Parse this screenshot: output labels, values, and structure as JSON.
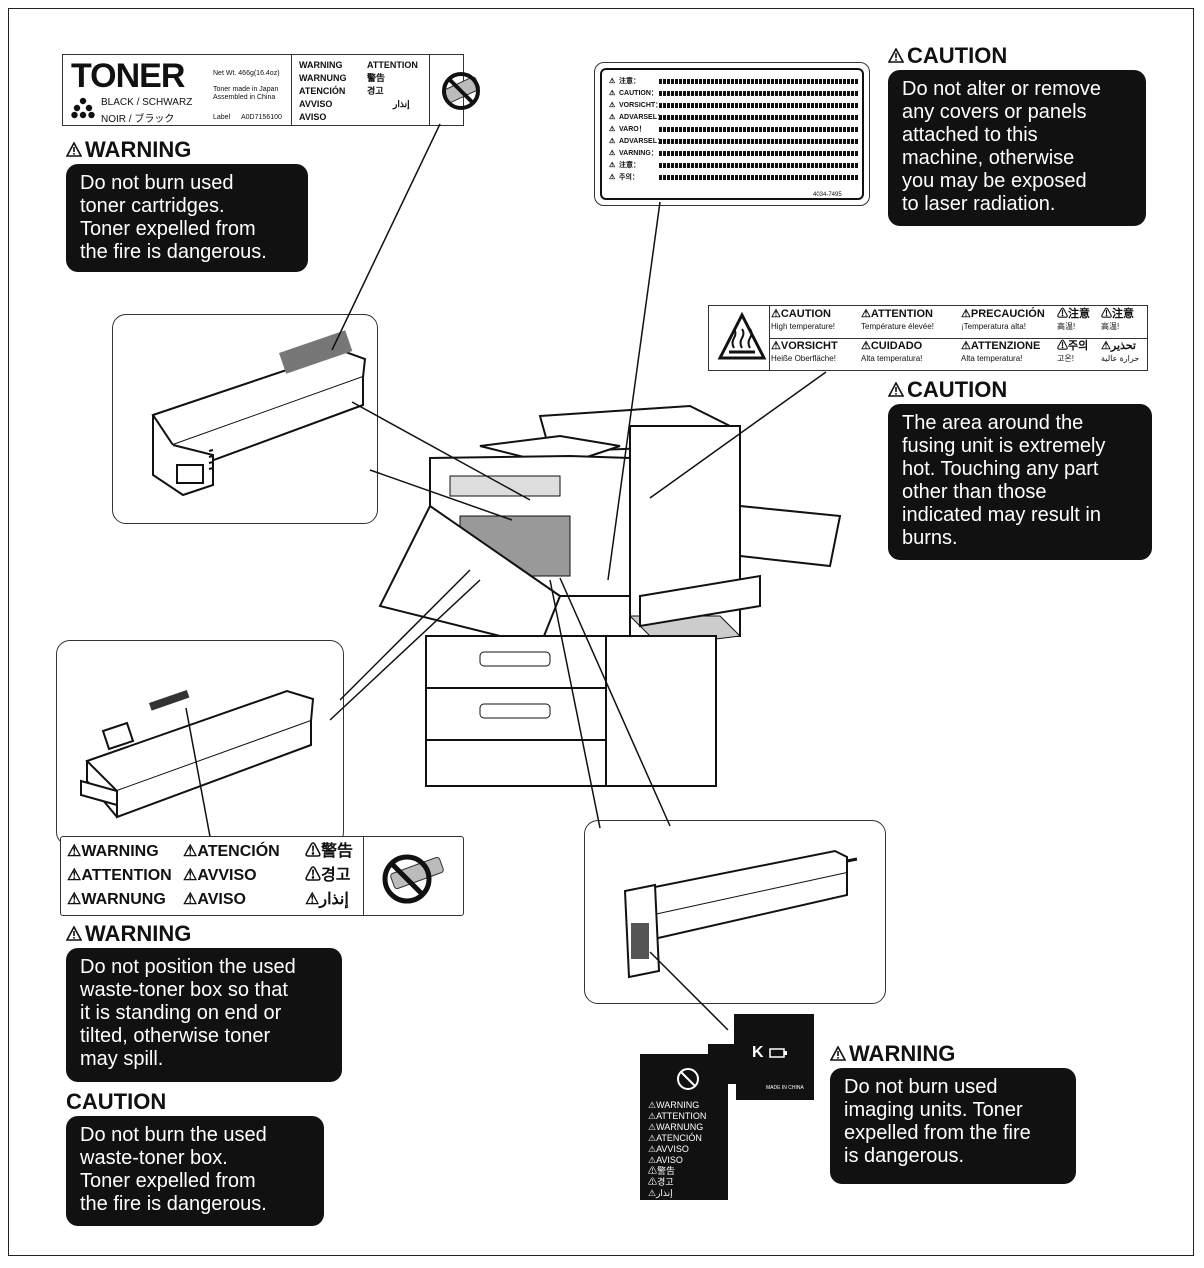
{
  "toner_label": {
    "brand": "TONER",
    "color": "BLACK / SCHWARZ",
    "color2": "NOIR / ブラック",
    "net_wt": "Net Wt. 466g(16.4oz)",
    "made_in": "Toner made in Japan",
    "assembled": "Assembled in China",
    "label_text": "Label",
    "label_code": "A0D7156100",
    "words": [
      "WARNING",
      "ATTENTION",
      "WARNUNG",
      "警告",
      "ATENCIÓN",
      "경고",
      "AVVISO",
      "إنذار",
      "AVISO"
    ]
  },
  "warning_toner": {
    "heading": "WARNING",
    "text": "Do not burn used\ntoner cartridges.\nToner expelled from\nthe fire is dangerous."
  },
  "laser_label": {
    "lines": [
      "注意：",
      "CAUTION：",
      "VORSICHT：",
      "ADVARSEL：",
      "VARO！",
      "ADVARSEL：",
      "VARNING：",
      "注意：",
      "주의："
    ],
    "code": "4034-7495"
  },
  "caution_laser": {
    "heading": "CAUTION",
    "text": "Do not alter or remove\nany covers or panels\nattached to this\nmachine, otherwise\nyou may be exposed\nto laser radiation."
  },
  "heat_label": {
    "row1": [
      {
        "word": "CAUTION",
        "sub": "High temperature!"
      },
      {
        "word": "ATTENTION",
        "sub": "Température élevée!"
      },
      {
        "word": "PRECAUCIÓN",
        "sub": "¡Temperatura alta!"
      },
      {
        "word": "注意",
        "sub": "高温!"
      },
      {
        "word": "注意",
        "sub": "高温!"
      }
    ],
    "row2": [
      {
        "word": "VORSICHT",
        "sub": "Heiße Oberfläche!"
      },
      {
        "word": "CUIDADO",
        "sub": "Alta temperatura!"
      },
      {
        "word": "ATTENZIONE",
        "sub": "Alta temperatura!"
      },
      {
        "word": "주의",
        "sub": "고온!"
      },
      {
        "word": "تحذير",
        "sub": "حرارة عالية"
      }
    ]
  },
  "caution_fusing": {
    "heading": "CAUTION",
    "text": "The area around the\nfusing unit is extremely\nhot. Touching any part\nother than those\nindicated may result in\nburns."
  },
  "waste_label": {
    "row1": [
      "WARNING",
      "ATENCIÓN",
      "警告"
    ],
    "row2": [
      "ATTENTION",
      "AVVISO",
      "경고"
    ],
    "row3": [
      "WARNUNG",
      "AVISO",
      "إنذار"
    ]
  },
  "warning_waste": {
    "heading": "WARNING",
    "text": "Do not position the used\nwaste-toner box so that\nit is standing on end or\ntilted, otherwise toner\nmay spill."
  },
  "caution_waste": {
    "heading": "CAUTION",
    "text": "Do not burn the used\nwaste-toner box.\nToner expelled from\nthe fire is dangerous."
  },
  "imaging_label": {
    "k": "K",
    "made_in": "MADE IN CHINA",
    "words": [
      "WARNING",
      "ATTENTION",
      "WARNUNG",
      "ATENCIÓN",
      "AVVISO",
      "AVISO",
      "警告",
      "경고",
      "إنذار"
    ]
  },
  "warning_imaging": {
    "heading": "WARNING",
    "text": "Do not burn used\nimaging units. Toner\nexpelled from the fire\nis dangerous."
  },
  "colors": {
    "ink": "#111111",
    "box": "#111111",
    "paper": "#ffffff",
    "gray": "#8a8a8a"
  }
}
